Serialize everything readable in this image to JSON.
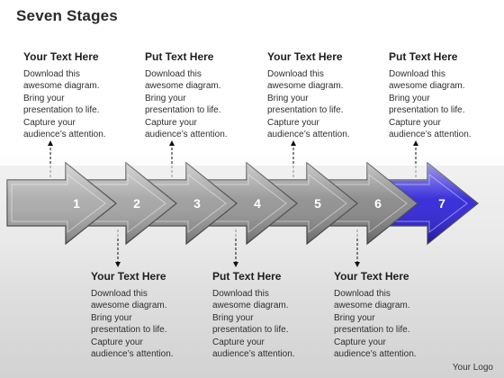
{
  "title": "Seven Stages",
  "logo": "Your Logo",
  "stages": [
    {
      "number": "1",
      "color": "#a8a8a8"
    },
    {
      "number": "2",
      "color": "#a2a2a2"
    },
    {
      "number": "3",
      "color": "#9a9a9a"
    },
    {
      "number": "4",
      "color": "#939393"
    },
    {
      "number": "5",
      "color": "#8c8c8c"
    },
    {
      "number": "6",
      "color": "#858585"
    },
    {
      "number": "7",
      "color": "#2a1fd8"
    }
  ],
  "top_blocks": [
    {
      "heading": "Your Text Here",
      "body": "Download this\nawesome diagram.\nBring your\npresentation to life.\nCapture your\naudience’s attention."
    },
    {
      "heading": "Put Text Here",
      "body": "Download this\nawesome diagram.\nBring your\npresentation to life.\nCapture your\naudience’s attention."
    },
    {
      "heading": "Your Text Here",
      "body": "Download this\nawesome diagram.\nBring your\npresentation to life.\nCapture your\naudience’s attention."
    },
    {
      "heading": "Put Text Here",
      "body": "Download this\nawesome diagram.\nBring your\npresentation to life.\nCapture your\naudience’s attention."
    }
  ],
  "bottom_blocks": [
    {
      "heading": "Your Text Here",
      "body": "Download this\nawesome diagram.\nBring your\npresentation to life.\nCapture your\naudience’s attention."
    },
    {
      "heading": "Put Text Here",
      "body": "Download this\nawesome diagram.\nBring your\npresentation to life.\nCapture your\naudience’s attention."
    },
    {
      "heading": "Your Text Here",
      "body": "Download this\nawesome diagram.\nBring your\npresentation to life.\nCapture your\naudience’s attention."
    }
  ]
}
